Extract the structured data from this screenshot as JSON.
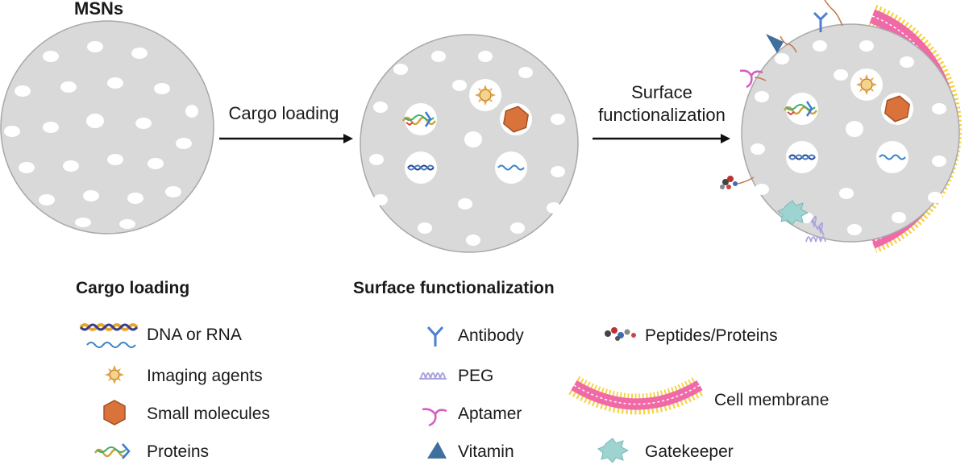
{
  "title": "MSNs",
  "steps": {
    "cargo_loading": "Cargo loading",
    "surface_line1": "Surface",
    "surface_line2": "functionalization"
  },
  "legend": {
    "cargo_heading": "Cargo loading",
    "surface_heading": "Surface functionalization",
    "cargo_items": [
      "DNA or RNA",
      "Imaging agents",
      "Small molecules",
      "Proteins"
    ],
    "surface_items": [
      "Antibody",
      "PEG",
      "Aptamer",
      "Vitamin"
    ],
    "surface_items_2": [
      "Peptides/Proteins",
      "Cell membrane",
      "Gatekeeper"
    ]
  },
  "colors": {
    "sphere": "#d9d9d9",
    "pore": "#ffffff",
    "membrane_head": "#f6d23c",
    "membrane_body": "#f06aa8",
    "small_molecule": "#d9733b",
    "imaging_agent": "#e2a648",
    "antibody": "#4d7fd1",
    "peg": "#a9a3de",
    "aptamer": "#d65cc2",
    "vitamin": "#3f6f9e",
    "gatekeeper": "#9dd3d0",
    "dna": "#3a82c4"
  }
}
